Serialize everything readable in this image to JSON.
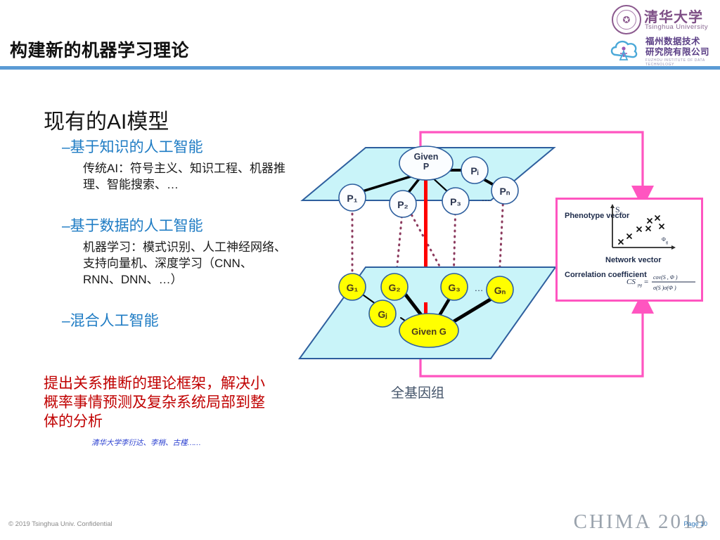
{
  "header": {
    "title": "构建新的机器学习理论",
    "rule_color": "#5b9bd5"
  },
  "logos": {
    "tsinghua": {
      "name_cn": "清华大学",
      "name_en": "Tsinghua University",
      "color": "#7e4f86",
      "seal_icon": "tsinghua-seal-icon"
    },
    "fuzhou": {
      "line1": "福州数据技术",
      "line2": "研究院有限公司",
      "name_en": "FUZHOU INSTITUTE OF DATA TECHNOLOGY",
      "color": "#5b3f86",
      "mark_icon": "cloud-figure-icon"
    }
  },
  "content": {
    "heading": "现有的AI模型",
    "bullet1": {
      "label": "–基于知识的人工智能",
      "detail": "传统AI：符号主义、知识工程、机器推理、智能搜索、…"
    },
    "bullet2": {
      "label": "–基于数据的人工智能",
      "detail": "机器学习：模式识别、人工神经网络、支持向量机、深度学习（CNN、RNN、DNN、…）"
    },
    "bullet3": {
      "label": "–混合人工智能"
    },
    "highlight": "提出关系推断的理论框架，解决小概率事情预测及复杂系统局部到整体的分析",
    "credit": "清华大学李衍达、李梢、古槿……",
    "accent_blue": "#1f7cc4",
    "accent_red": "#c00000"
  },
  "diagram": {
    "caption": "全基因组",
    "phenotype_plane": {
      "hub": "Given P",
      "nodes": [
        "P₁",
        "P₂",
        "P₃",
        "Pᵢ",
        "Pₙ"
      ],
      "ellipsis": "…"
    },
    "gene_plane": {
      "hub": "Given G",
      "nodes": [
        "G₁",
        "G₂",
        "G₃",
        "Gⱼ",
        "Gₙ"
      ],
      "ellipsis": "…"
    },
    "plane_fill": "#c9f4f9",
    "plane_stroke": "#2e5f9e",
    "gene_node_fill": "#ffff00",
    "link_red": "#ff0000",
    "link_dotted": "#8c3a5e",
    "flow_arrow_color": "#ff55c0"
  },
  "panel": {
    "label_phenotype": "Phenotype vector",
    "label_network": "Network vector",
    "label_correlation": "Correlation coefficient",
    "axis_y": "Sp",
    "axis_x": "Φg",
    "formula_lhs": "CS",
    "formula_sub": "pg",
    "formula_numerator": "cov(Sp , Φg)",
    "formula_denominator": "σ(Sp)σ(Φg)",
    "border_color": "#ff55c0",
    "scatter_points": [
      [
        14,
        58
      ],
      [
        28,
        50
      ],
      [
        44,
        40
      ],
      [
        58,
        38
      ],
      [
        62,
        26
      ],
      [
        74,
        22
      ],
      [
        82,
        34
      ]
    ]
  },
  "footer": {
    "copyright": "© 2019 Tsinghua Univ.  Confidential",
    "brand": "CHIMA  2019",
    "page": "Page 10"
  }
}
